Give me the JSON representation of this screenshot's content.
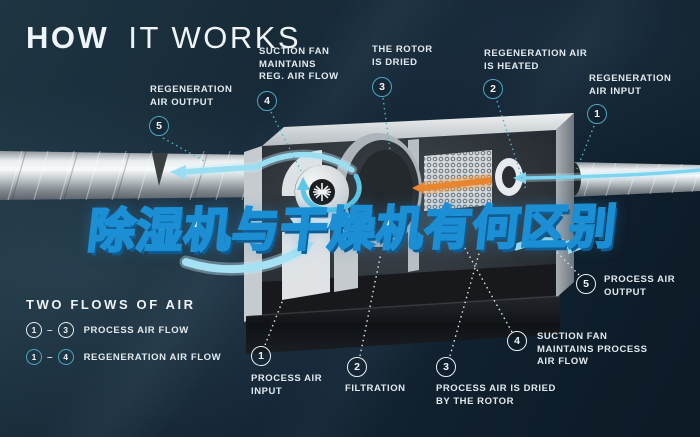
{
  "title": {
    "word_bold": "HOW",
    "word_light": "IT WORKS"
  },
  "overlay_headline": "除湿机与干燥机有何区别",
  "legend": {
    "heading": "TWO FLOWS OF AIR",
    "rows": [
      {
        "from": "1",
        "to": "3",
        "dash": "–",
        "label": "PROCESS AIR FLOW"
      },
      {
        "from": "1",
        "to": "4",
        "dash": "–",
        "label": "REGENERATION AIR FLOW"
      }
    ]
  },
  "callouts": {
    "top": [
      {
        "num": "5",
        "label": "REGENERATION\nAIR OUTPUT"
      },
      {
        "num": "4",
        "label": "SUCTION FAN\nMAINTAINS\nREG. AIR FLOW"
      },
      {
        "num": "3",
        "label": "THE ROTOR\nIS DRIED"
      },
      {
        "num": "2",
        "label": "REGENERATION AIR\nIS HEATED"
      },
      {
        "num": "1",
        "label": "REGENERATION\nAIR INPUT"
      }
    ],
    "bottom": [
      {
        "num": "1",
        "label": "PROCESS AIR\nINPUT"
      },
      {
        "num": "2",
        "label": "FILTRATION"
      },
      {
        "num": "3",
        "label": "PROCESS AIR IS DRIED\nBY THE ROTOR"
      },
      {
        "num": "4",
        "label": "SUCTION FAN\nMAINTAINS PROCESS\nAIR FLOW"
      },
      {
        "num": "5",
        "label": "PROCESS AIR\nOUTPUT"
      }
    ]
  },
  "colors": {
    "background": "#142434",
    "regeneration_accent": "#49a8c0",
    "process_accent": "#e8eef2",
    "flow_blue": "#7fd4ef",
    "heat_orange": "#e8862f",
    "headline_stroke": "#1b8ed4"
  }
}
